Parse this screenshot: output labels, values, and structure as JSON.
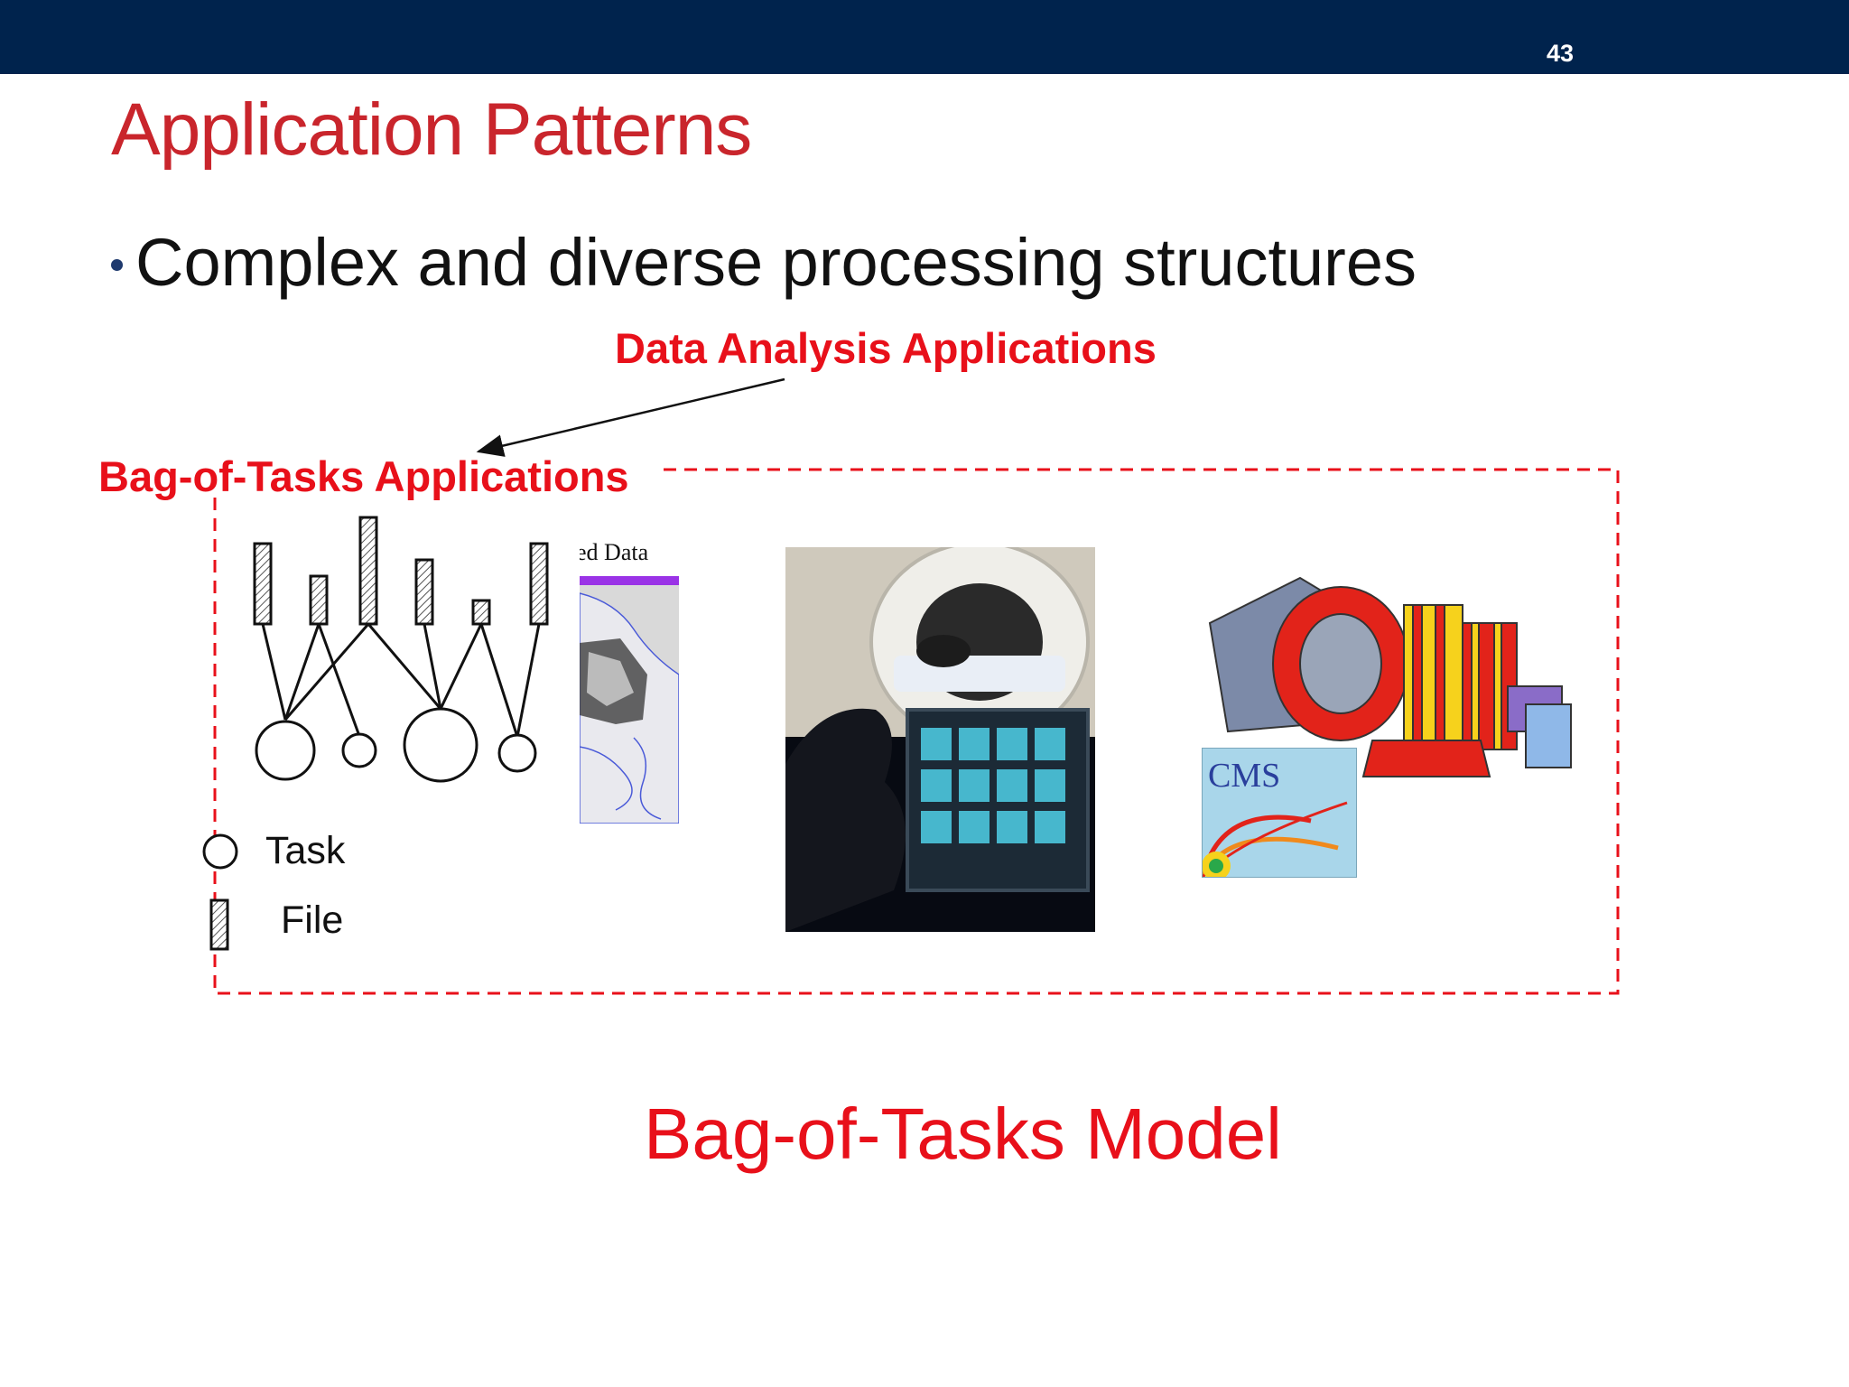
{
  "slide": {
    "number": "43",
    "title": "Application Patterns",
    "bullet": "Complex and diverse processing structures",
    "data_analysis_label": "Data Analysis Applications",
    "bot_label": "Bag-of-Tasks Applications",
    "legend": {
      "task_label": "Task",
      "file_label": "File"
    },
    "map_snippet_text": "ed Data",
    "cms_label": "CMS",
    "model_label": "Bag-of-Tasks Model"
  },
  "colors": {
    "top_bar": "#00234d",
    "title": "#c9252c",
    "accent_red": "#e8101a"
  }
}
